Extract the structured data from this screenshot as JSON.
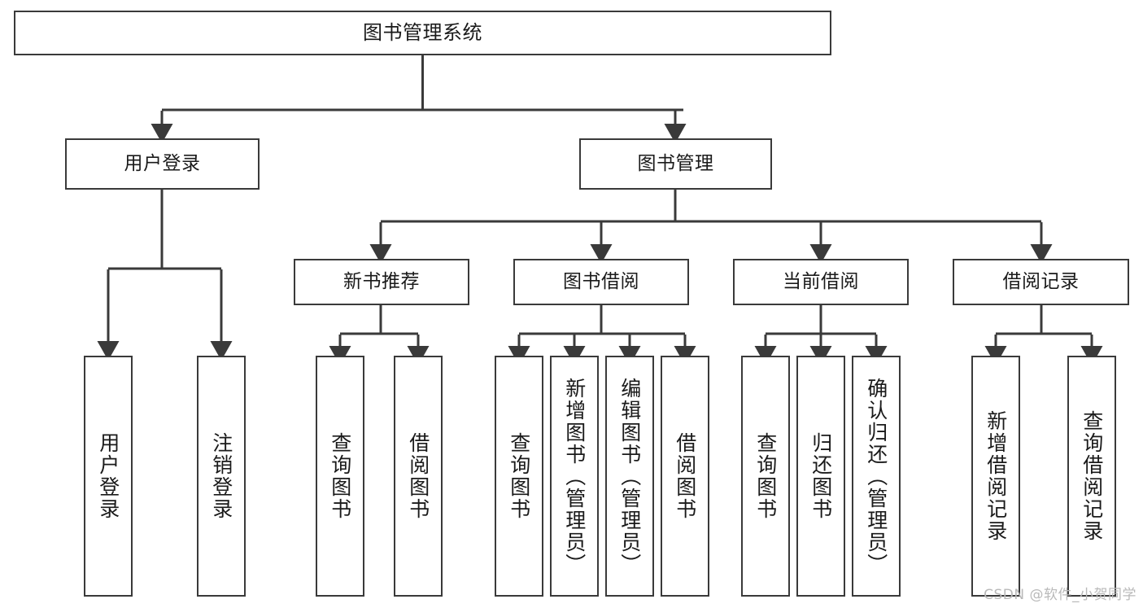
{
  "diagram": {
    "title": "图书管理系统",
    "type": "tree-hierarchy",
    "stroke_color": "#3a3a3a",
    "fill_color": "#ffffff",
    "text_color": "#1a1a1a"
  },
  "nodes": {
    "root": {
      "label": "图书管理系统",
      "level": 1
    },
    "l2": [
      {
        "id": "user-login",
        "label": "用户登录",
        "level": 2
      },
      {
        "id": "book-manage",
        "label": "图书管理",
        "level": 2
      }
    ],
    "l3": [
      {
        "id": "new-book-rec",
        "label": "新书推荐",
        "level": 3
      },
      {
        "id": "book-borrow",
        "label": "图书借阅",
        "level": 3
      },
      {
        "id": "current-borrow",
        "label": "当前借阅",
        "level": 3
      },
      {
        "id": "borrow-record",
        "label": "借阅记录",
        "level": 3
      }
    ],
    "leaves": [
      {
        "id": "leaf-user-login",
        "label": "用户登录",
        "parent": "user-login"
      },
      {
        "id": "leaf-user-logout",
        "label": "注销登录",
        "parent": "user-login"
      },
      {
        "id": "leaf-query-book-1",
        "label": "查询图书",
        "parent": "new-book-rec"
      },
      {
        "id": "leaf-borrow-book-1",
        "label": "借阅图书",
        "parent": "new-book-rec"
      },
      {
        "id": "leaf-query-book-2",
        "label": "查询图书",
        "parent": "book-borrow"
      },
      {
        "id": "leaf-add-book",
        "label": "新增图书（管理员）",
        "parent": "book-borrow"
      },
      {
        "id": "leaf-edit-book",
        "label": "编辑图书（管理员）",
        "parent": "book-borrow"
      },
      {
        "id": "leaf-borrow-book-2",
        "label": "借阅图书",
        "parent": "book-borrow"
      },
      {
        "id": "leaf-query-book-3",
        "label": "查询图书",
        "parent": "current-borrow"
      },
      {
        "id": "leaf-return-book",
        "label": "归还图书",
        "parent": "current-borrow"
      },
      {
        "id": "leaf-confirm-return",
        "label": "确认归还（管理员）",
        "parent": "current-borrow"
      },
      {
        "id": "leaf-add-record",
        "label": "新增借阅记录",
        "parent": "borrow-record"
      },
      {
        "id": "leaf-query-record",
        "label": "查询借阅记录",
        "parent": "borrow-record"
      }
    ]
  },
  "watermark": {
    "text": "CSDN @软件_小贺同学"
  }
}
